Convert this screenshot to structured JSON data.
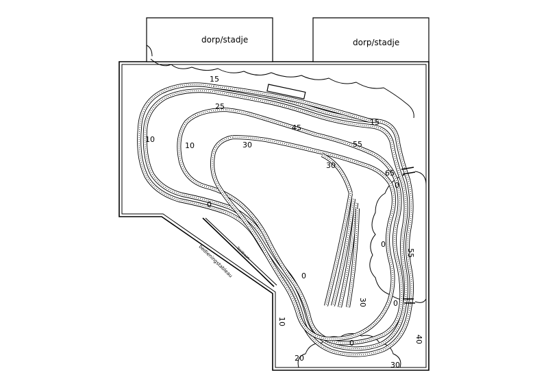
{
  "buildings": [
    {
      "label": "dorp/stadje"
    },
    {
      "label": "dorp/stadje"
    }
  ],
  "station_labels": {
    "bedieningstableau": "bedieningstableau",
    "testbaan": "Testbaan"
  },
  "track_heights": {
    "outer_top_left": "15",
    "outer_top_right": "15",
    "outer_left": "10",
    "inner_top": "25",
    "inner_left": "10",
    "mid_top": "45",
    "mid_top_right": "55",
    "right_curve": "65",
    "inner_loop_top": "30",
    "inner_loop_right": "30",
    "left_bottom": "0",
    "right_vertical": "55",
    "right_zero_top": "0",
    "right_zero_bottom": "0",
    "centre_zero": "0",
    "siding_end": "30",
    "lower_left": "10",
    "bottom_left": "20",
    "bottom_centre": "0",
    "bottom_right": "30",
    "right_lower": "40"
  }
}
